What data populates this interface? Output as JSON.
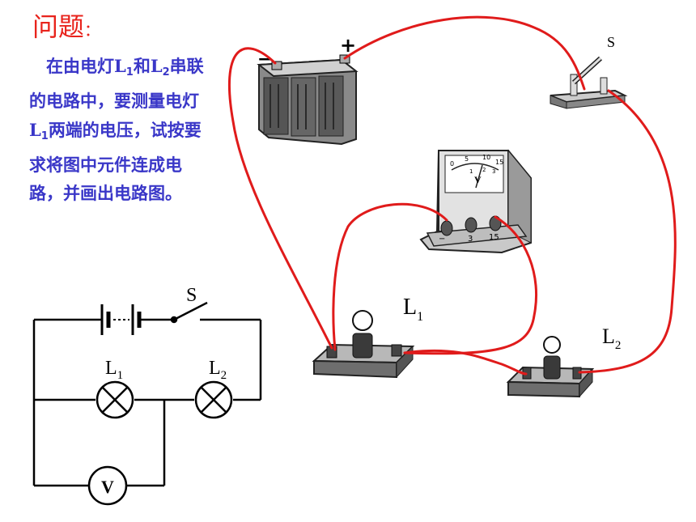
{
  "heading": {
    "main": "问题",
    "colon": "："
  },
  "problem": {
    "indent": "　",
    "p1": "在由电灯",
    "l1": "L",
    "l1_sub": "1",
    "p2": "和",
    "l2": "L",
    "l2_sub": "2",
    "p3": "串联的电路中，要测量电灯",
    "l3": "L",
    "l3_sub": "1",
    "p4": "两端的电压，试按要求将图中元件连成电路，并画出电路图。"
  },
  "schematic": {
    "switch_label": "S",
    "lamp1_label": "L",
    "lamp1_sub": "1",
    "lamp2_label": "L",
    "lamp2_sub": "2",
    "voltmeter_label": "V"
  },
  "apparatus": {
    "switch_label": "S",
    "battery_minus": "−",
    "battery_plus": "+",
    "voltmeter_face": "V",
    "scale_ticks": [
      "0",
      "5",
      "10",
      "15"
    ],
    "scale_inner": [
      "1",
      "2",
      "3"
    ],
    "terminal_labels": [
      "−",
      "3",
      "15"
    ],
    "lamp1_label": "L",
    "lamp1_sub": "1",
    "lamp2_label": "L",
    "lamp2_sub": "2"
  },
  "colors": {
    "wire": "#e01b1b",
    "text_blue": "#3a37c8",
    "title_red": "#e8231c"
  }
}
